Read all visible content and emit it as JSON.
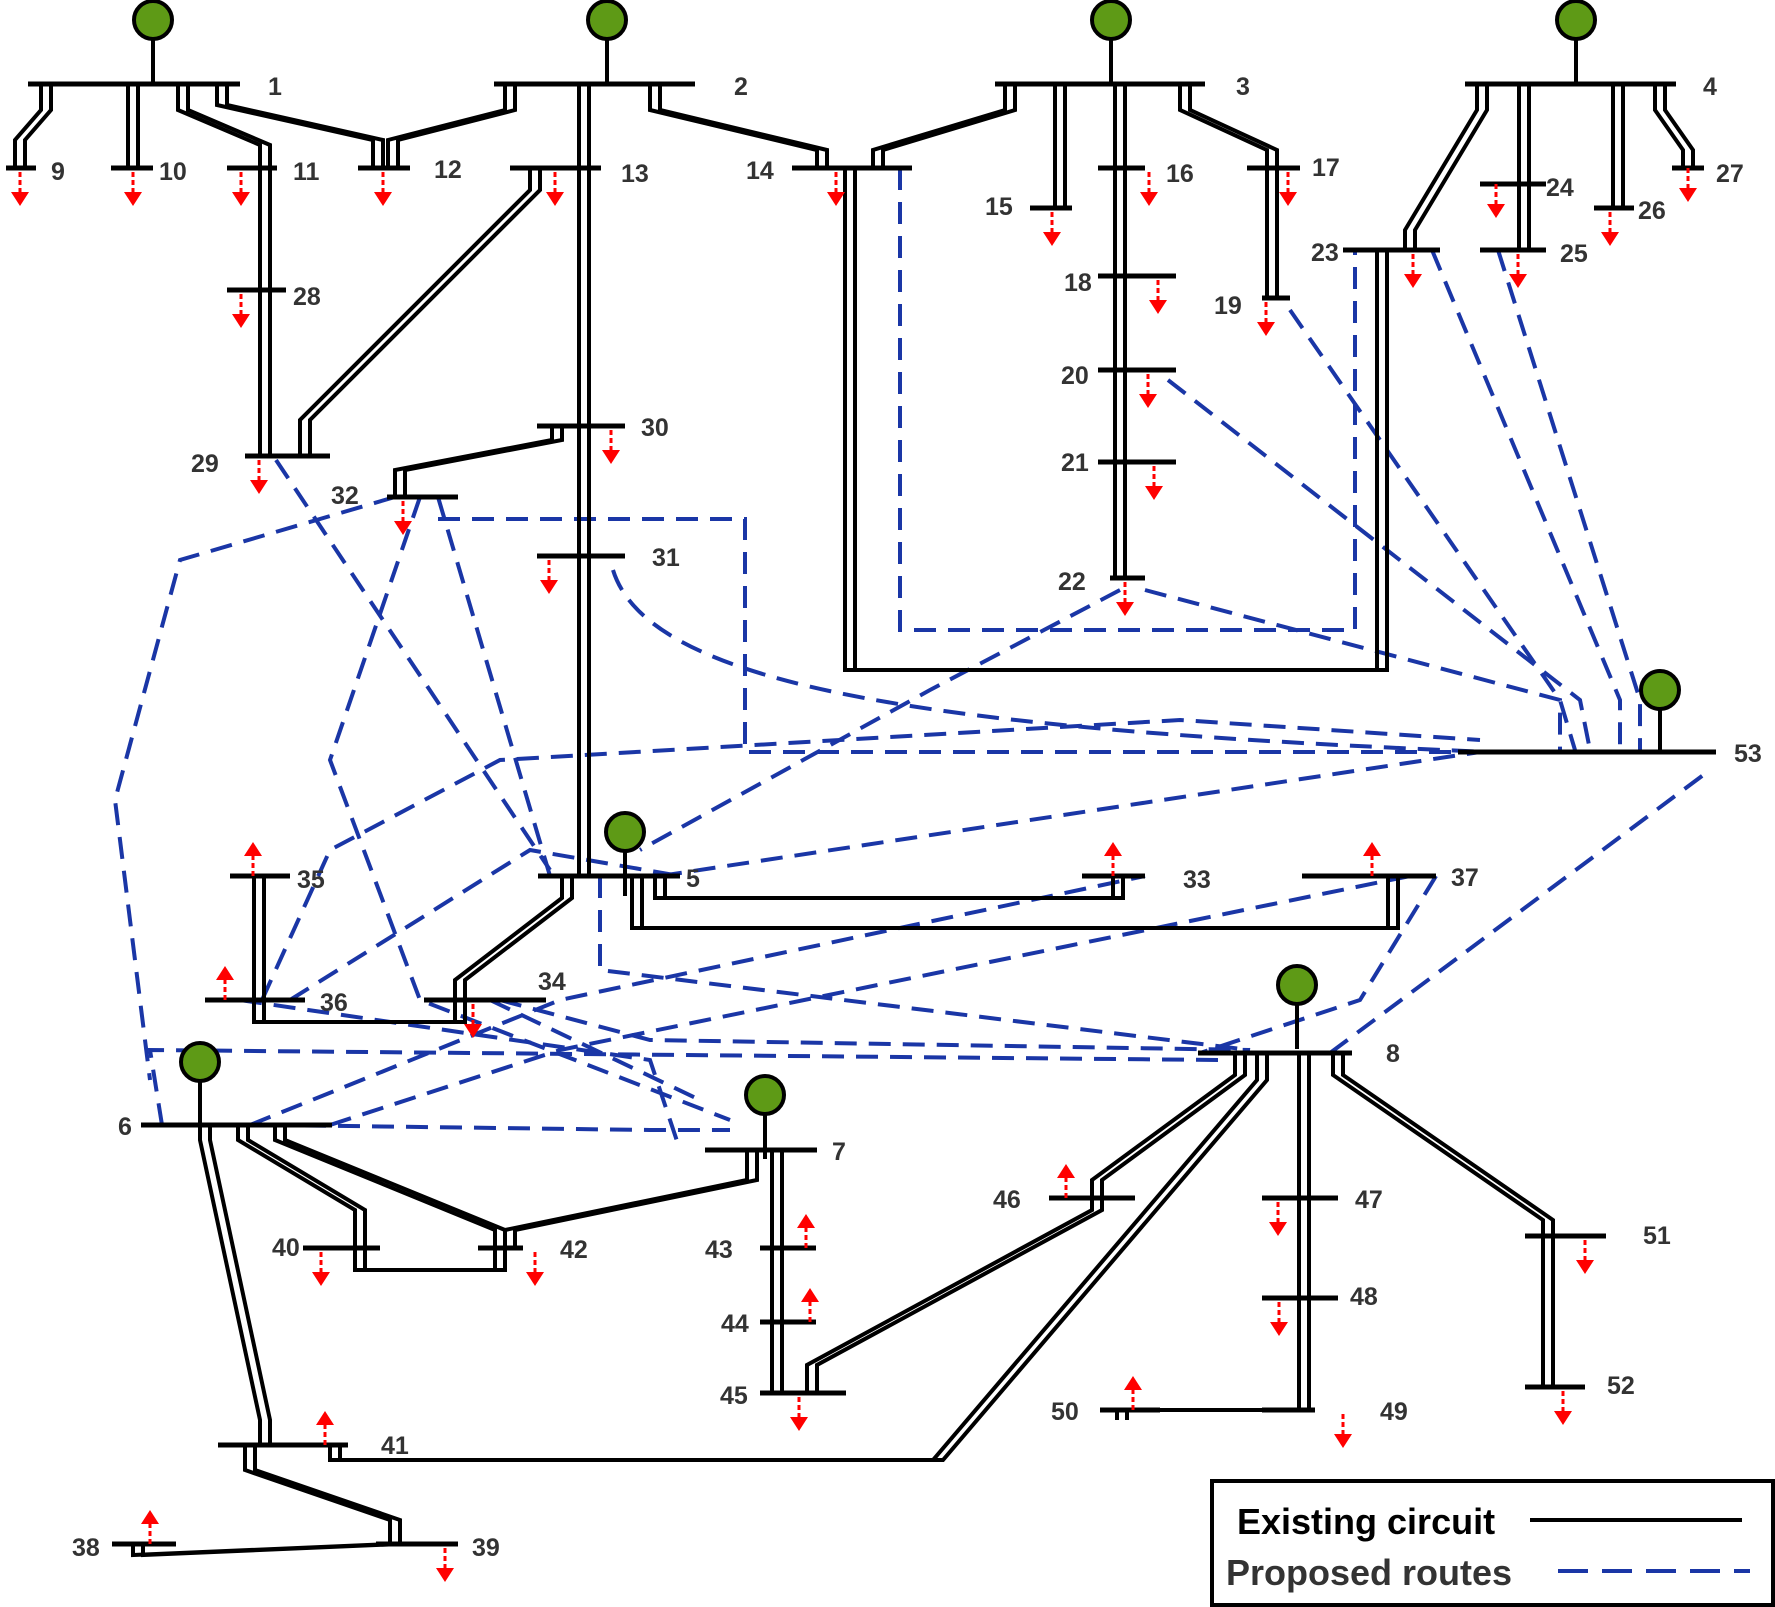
{
  "colors": {
    "existing": "#000000",
    "proposed": "#1a36a6",
    "generator": "#5e9a16",
    "load_arrow": "#ff0000",
    "label": "#333333"
  },
  "buses": [
    {
      "id": "1",
      "label": "1"
    },
    {
      "id": "2",
      "label": "2"
    },
    {
      "id": "3",
      "label": "3"
    },
    {
      "id": "4",
      "label": "4"
    },
    {
      "id": "5",
      "label": "5"
    },
    {
      "id": "6",
      "label": "6"
    },
    {
      "id": "7",
      "label": "7"
    },
    {
      "id": "8",
      "label": "8"
    },
    {
      "id": "9",
      "label": "9"
    },
    {
      "id": "10",
      "label": "10"
    },
    {
      "id": "11",
      "label": "11"
    },
    {
      "id": "12",
      "label": "12"
    },
    {
      "id": "13",
      "label": "13"
    },
    {
      "id": "14",
      "label": "14"
    },
    {
      "id": "15",
      "label": "15"
    },
    {
      "id": "16",
      "label": "16"
    },
    {
      "id": "17",
      "label": "17"
    },
    {
      "id": "18",
      "label": "18"
    },
    {
      "id": "19",
      "label": "19"
    },
    {
      "id": "20",
      "label": "20"
    },
    {
      "id": "21",
      "label": "21"
    },
    {
      "id": "22",
      "label": "22"
    },
    {
      "id": "23",
      "label": "23"
    },
    {
      "id": "24",
      "label": "24"
    },
    {
      "id": "25",
      "label": "25"
    },
    {
      "id": "26",
      "label": "26"
    },
    {
      "id": "27",
      "label": "27"
    },
    {
      "id": "28",
      "label": "28"
    },
    {
      "id": "29",
      "label": "29"
    },
    {
      "id": "30",
      "label": "30"
    },
    {
      "id": "31",
      "label": "31"
    },
    {
      "id": "32",
      "label": "32"
    },
    {
      "id": "33",
      "label": "33"
    },
    {
      "id": "34",
      "label": "34"
    },
    {
      "id": "35",
      "label": "35"
    },
    {
      "id": "36",
      "label": "36"
    },
    {
      "id": "37",
      "label": "37"
    },
    {
      "id": "38",
      "label": "38"
    },
    {
      "id": "39",
      "label": "39"
    },
    {
      "id": "40",
      "label": "40"
    },
    {
      "id": "41",
      "label": "41"
    },
    {
      "id": "42",
      "label": "42"
    },
    {
      "id": "43",
      "label": "43"
    },
    {
      "id": "44",
      "label": "44"
    },
    {
      "id": "45",
      "label": "45"
    },
    {
      "id": "46",
      "label": "46"
    },
    {
      "id": "47",
      "label": "47"
    },
    {
      "id": "48",
      "label": "48"
    },
    {
      "id": "49",
      "label": "49"
    },
    {
      "id": "50",
      "label": "50"
    },
    {
      "id": "51",
      "label": "51"
    },
    {
      "id": "52",
      "label": "52"
    },
    {
      "id": "53",
      "label": "53"
    }
  ],
  "generator_buses": [
    "1",
    "2",
    "3",
    "4",
    "5",
    "6",
    "7",
    "8",
    "53"
  ],
  "existing_circuits": [
    [
      "1",
      "9"
    ],
    [
      "1",
      "10"
    ],
    [
      "1",
      "11"
    ],
    [
      "1",
      "12"
    ],
    [
      "11",
      "28"
    ],
    [
      "28",
      "29"
    ],
    [
      "2",
      "12"
    ],
    [
      "2",
      "13"
    ],
    [
      "2",
      "14"
    ],
    [
      "13",
      "32"
    ],
    [
      "13",
      "30"
    ],
    [
      "30",
      "31"
    ],
    [
      "31",
      "5"
    ],
    [
      "30",
      "32"
    ],
    [
      "3",
      "14"
    ],
    [
      "3",
      "15"
    ],
    [
      "3",
      "16"
    ],
    [
      "3",
      "17"
    ],
    [
      "16",
      "18"
    ],
    [
      "18",
      "20"
    ],
    [
      "20",
      "21"
    ],
    [
      "21",
      "22"
    ],
    [
      "17",
      "19"
    ],
    [
      "4",
      "23"
    ],
    [
      "4",
      "24"
    ],
    [
      "4",
      "25"
    ],
    [
      "4",
      "26"
    ],
    [
      "4",
      "27"
    ],
    [
      "14",
      "23"
    ],
    [
      "5",
      "33"
    ],
    [
      "5",
      "37"
    ],
    [
      "5",
      "34"
    ],
    [
      "35",
      "36"
    ],
    [
      "36",
      "34"
    ],
    [
      "6",
      "40"
    ],
    [
      "6",
      "42"
    ],
    [
      "6",
      "41"
    ],
    [
      "7",
      "42"
    ],
    [
      "40",
      "42"
    ],
    [
      "7",
      "43"
    ],
    [
      "43",
      "44"
    ],
    [
      "44",
      "45"
    ],
    [
      "45",
      "46"
    ],
    [
      "46",
      "8"
    ],
    [
      "8",
      "41"
    ],
    [
      "41",
      "38"
    ],
    [
      "41",
      "39"
    ],
    [
      "38",
      "39"
    ],
    [
      "8",
      "47"
    ],
    [
      "47",
      "48"
    ],
    [
      "48",
      "49"
    ],
    [
      "49",
      "50"
    ],
    [
      "8",
      "51"
    ],
    [
      "51",
      "52"
    ]
  ],
  "proposed_routes": [
    [
      "14",
      "23"
    ],
    [
      "19",
      "53"
    ],
    [
      "20",
      "53"
    ],
    [
      "22",
      "5"
    ],
    [
      "22",
      "53"
    ],
    [
      "23",
      "53"
    ],
    [
      "24",
      "53"
    ],
    [
      "25",
      "53"
    ],
    [
      "29",
      "5"
    ],
    [
      "32",
      "6"
    ],
    [
      "32",
      "7"
    ],
    [
      "32",
      "5"
    ],
    [
      "32",
      "53"
    ],
    [
      "31",
      "53"
    ],
    [
      "5",
      "53"
    ],
    [
      "5",
      "8"
    ],
    [
      "36",
      "53"
    ],
    [
      "36",
      "5"
    ],
    [
      "34",
      "8"
    ],
    [
      "34",
      "7"
    ],
    [
      "6",
      "8"
    ],
    [
      "6",
      "33"
    ],
    [
      "7",
      "37"
    ],
    [
      "6",
      "7"
    ],
    [
      "8",
      "53"
    ],
    [
      "37",
      "8"
    ],
    [
      "36",
      "7"
    ]
  ],
  "legend": {
    "existing_label": "Existing circuit",
    "proposed_label": "Proposed routes"
  }
}
